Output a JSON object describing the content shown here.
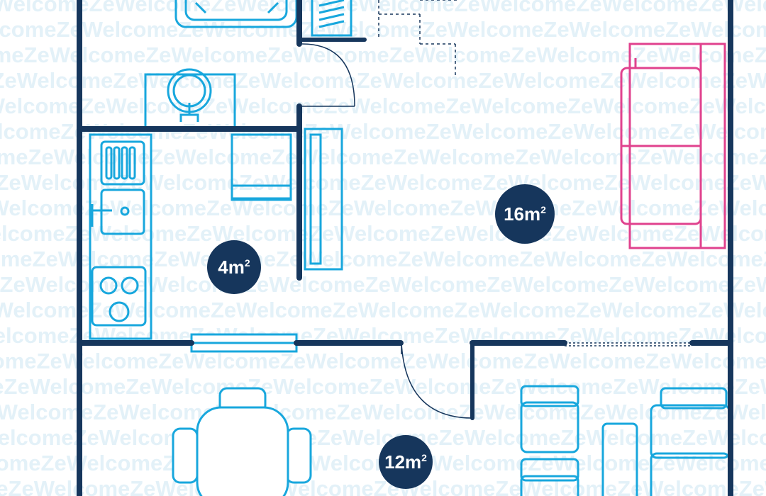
{
  "colors": {
    "wall": "#16365c",
    "fixture": "#18a7dd",
    "sofa": "#e0428e",
    "watermark": "#e3f1f8",
    "badge": "#16365c",
    "badge_text": "#ffffff"
  },
  "watermark": {
    "text": "WelcomeZe"
  },
  "rooms": [
    {
      "id": "kitchen",
      "area": "4",
      "unit": "m",
      "exponent": "2"
    },
    {
      "id": "living",
      "area": "16",
      "unit": "m",
      "exponent": "2"
    },
    {
      "id": "dining",
      "area": "12",
      "unit": "m",
      "exponent": "2"
    }
  ]
}
